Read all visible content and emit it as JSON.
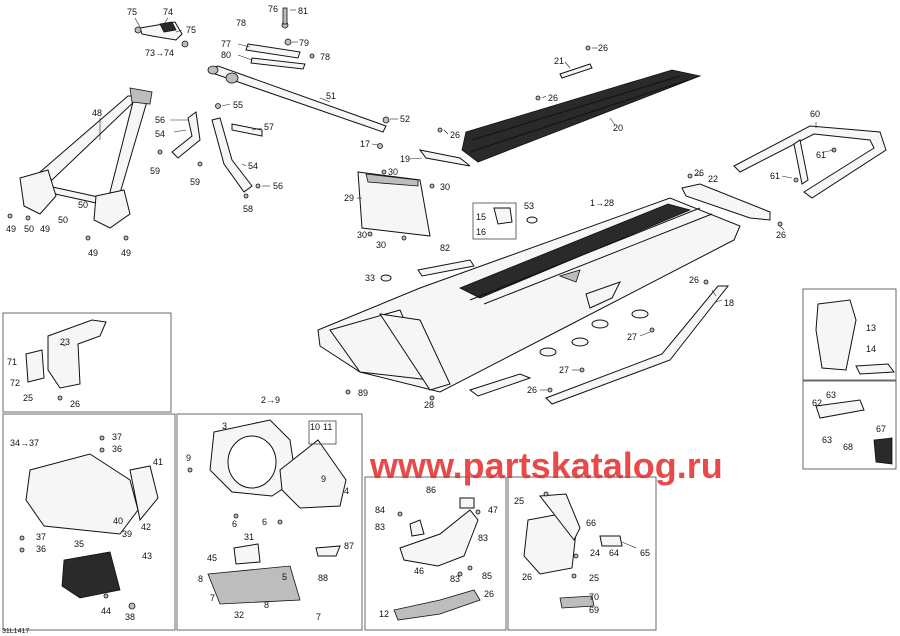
{
  "watermark": "www.partskatalog.ru",
  "reference_code": "31L1417",
  "callouts": {
    "c75a": "75",
    "c74": "74",
    "c75b": "75",
    "c73_74": "73→74",
    "c76": "76",
    "c81": "81",
    "c78a": "78",
    "c77": "77",
    "c79": "79",
    "c80": "80",
    "c78b": "78",
    "c51": "51",
    "c52": "52",
    "c17": "17",
    "c21": "21",
    "c26a": "26",
    "c26b": "26",
    "c20": "20",
    "c26c": "26",
    "c48": "48",
    "c49a": "49",
    "c50a": "50",
    "c49b": "49",
    "c50b": "50",
    "c50c": "50",
    "c49c": "49",
    "c49d": "49",
    "c55": "55",
    "c54a": "54",
    "c56a": "56",
    "c57": "57",
    "c59a": "59",
    "c59b": "59",
    "c54b": "54",
    "c56b": "56",
    "c58": "58",
    "c19": "19",
    "c30a": "30",
    "c30b": "30",
    "c29": "29",
    "c30c": "30",
    "c30d": "30",
    "c1_28": "1→28",
    "c53": "53",
    "c15": "15",
    "c16": "16",
    "c82": "82",
    "c33": "33",
    "c60": "60",
    "c61a": "61",
    "c61b": "61",
    "c26d": "26",
    "c22": "22",
    "c26e": "26",
    "c26f": "26",
    "c18": "18",
    "c27a": "27",
    "c27b": "27",
    "c26g": "26",
    "c28": "28",
    "c89": "89",
    "c23": "23",
    "c71": "71",
    "c72": "72",
    "c25a": "25",
    "c26h": "26",
    "c13": "13",
    "c14": "14",
    "c63a": "63",
    "c62": "62",
    "c67": "67",
    "c63b": "63",
    "c68": "68",
    "c34_37": "34→37",
    "c37a": "37",
    "c36a": "36",
    "c41": "41",
    "c40": "40",
    "c42": "42",
    "c39": "39",
    "c37b": "37",
    "c36b": "36",
    "c35": "35",
    "c43": "43",
    "c44": "44",
    "c38": "38",
    "c2_9": "2→9",
    "c3": "3",
    "c10": "10",
    "c11": "11",
    "c9a": "9",
    "c9b": "9",
    "c4": "4",
    "c6a": "6",
    "c6b": "6",
    "c31": "31",
    "c45": "45",
    "c5": "5",
    "c8a": "8",
    "c7a": "7",
    "c8b": "8",
    "c32": "32",
    "c7b": "7",
    "c87": "87",
    "c88": "88",
    "c86": "86",
    "c84": "84",
    "c47": "47",
    "c83a": "83",
    "c83b": "83",
    "c46": "46",
    "c83c": "83",
    "c85": "85",
    "c26i": "26",
    "c12": "12",
    "c25b": "25",
    "c66": "66",
    "c24": "24",
    "c64": "64",
    "c65": "65",
    "c26j": "26",
    "c25c": "25",
    "c70": "70",
    "c69": "69"
  }
}
